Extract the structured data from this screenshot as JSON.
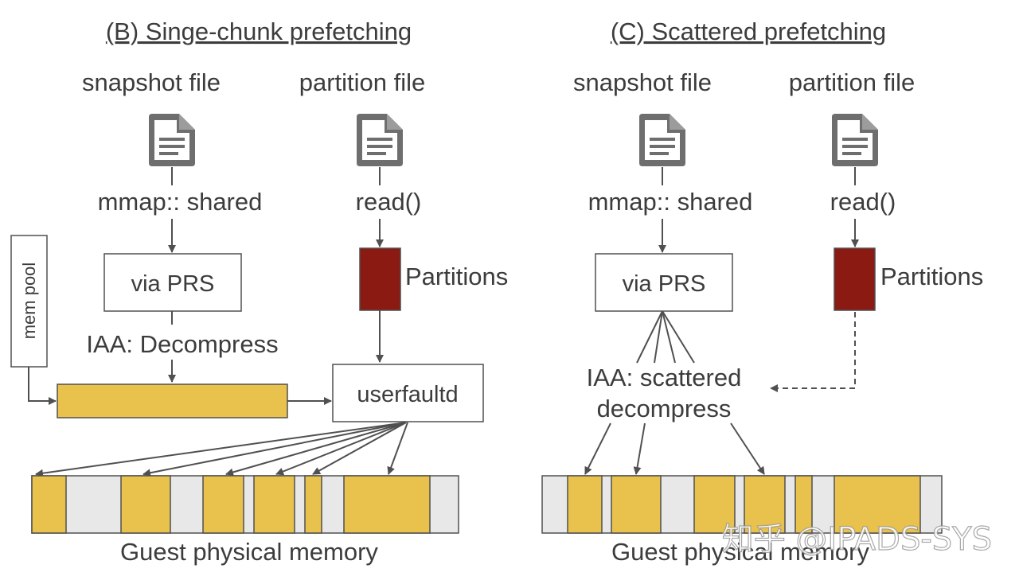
{
  "colors": {
    "text": "#3c3c3c",
    "line": "#505050",
    "chunk": "#e9c24d",
    "empty_chunk": "#e8e8e8",
    "partition": "#8b1a12",
    "icon": "#6e6e6e"
  },
  "left": {
    "title": "(B) Singe-chunk prefetching",
    "snapshot_label": "snapshot file",
    "partition_label": "partition file",
    "mmap_label": "mmap:: shared",
    "read_label": "read()",
    "prs_label": "via PRS",
    "partitions_label": "Partitions",
    "mem_pool_label": "mem pool",
    "decompress_label": "IAA: Decompress",
    "userfaultd_label": "userfaultd",
    "memory_label": "Guest physical memory",
    "icons": [
      "document-icon",
      "document-icon"
    ]
  },
  "right": {
    "title": "(C) Scattered prefetching",
    "snapshot_label": "snapshot file",
    "partition_label": "partition file",
    "mmap_label": "mmap:: shared",
    "read_label": "read()",
    "prs_label": "via PRS",
    "partitions_label": "Partitions",
    "decompress_line1": "IAA: scattered",
    "decompress_line2": "decompress",
    "memory_label": "Guest physical memory",
    "icons": [
      "document-icon",
      "document-icon"
    ]
  },
  "watermark": "知乎 @IPADS-SYS"
}
